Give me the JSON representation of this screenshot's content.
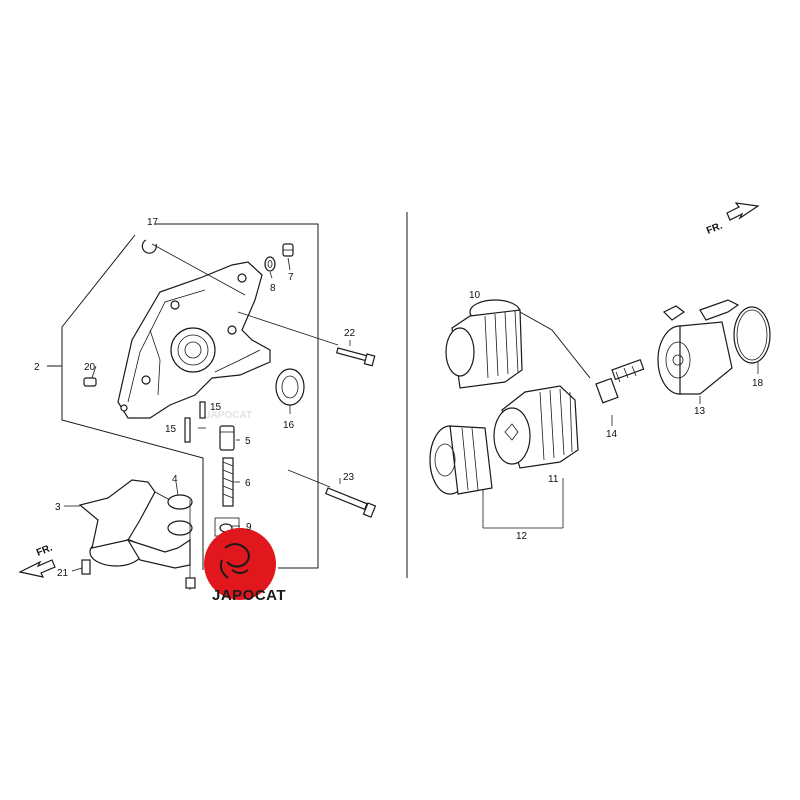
{
  "callouts": {
    "c1": "2",
    "c2": "3",
    "c3": "4",
    "c4": "5",
    "c5": "6",
    "c6": "7",
    "c7": "8",
    "c8": "9",
    "c9": "10",
    "c10": "11",
    "c11": "12",
    "c12": "13",
    "c13": "14",
    "c14": "15",
    "c15": "15",
    "c16": "16",
    "c17": "17",
    "c18": "18",
    "c19": "20",
    "c20": "21",
    "c21": "22",
    "c22": "23"
  },
  "direction": {
    "left": "FR.",
    "right": "FR."
  },
  "watermark": "JAPOCAT",
  "logo": {
    "text": "JAPOCAT",
    "color": "#e0171d"
  },
  "icons": [
    "direction-arrow-icon",
    "japocat-logo-icon"
  ]
}
